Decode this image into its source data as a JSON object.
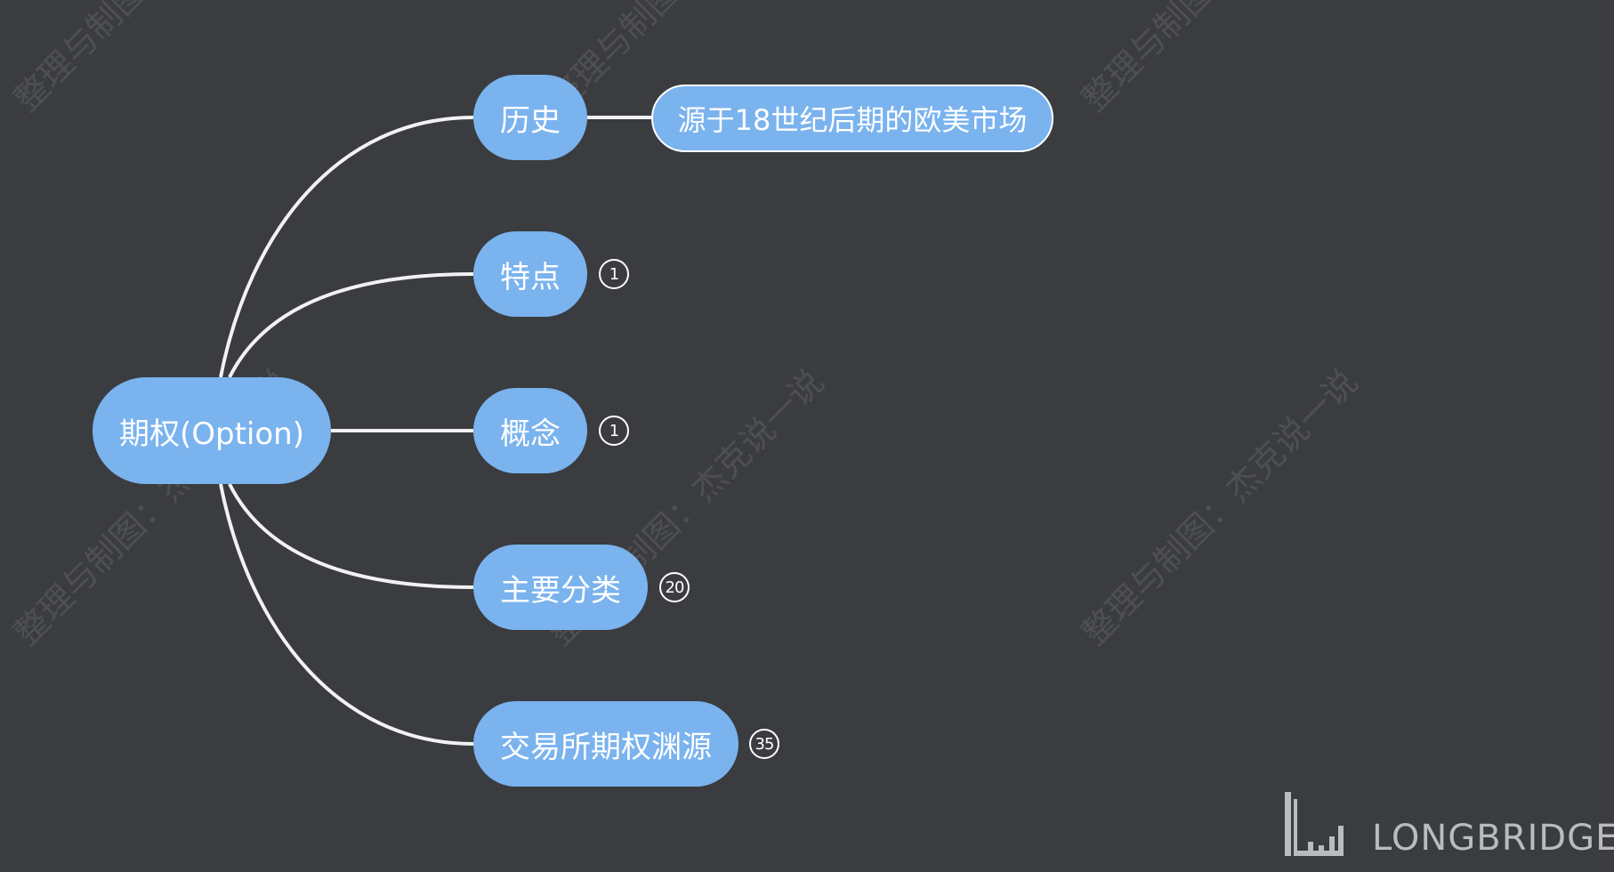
{
  "watermark_text": "整理与制图：杰克说一说",
  "root": {
    "label": "期权(Option)"
  },
  "branches": [
    {
      "label": "历史",
      "badge": null
    },
    {
      "label": "特点",
      "badge": "1"
    },
    {
      "label": "概念",
      "badge": "1"
    },
    {
      "label": "主要分类",
      "badge": "20"
    },
    {
      "label": "交易所期权渊源",
      "badge": "35"
    }
  ],
  "leaf": {
    "label": "源于18世纪后期的欧美市场"
  },
  "logo": {
    "text": "LONGBRIDGE"
  },
  "colors": {
    "background": "#3a3c40",
    "node_fill": "#7ab3ee",
    "node_text": "#ffffff",
    "connector": "#f2f2f2",
    "watermark": "rgba(255,255,255,0.10)"
  }
}
